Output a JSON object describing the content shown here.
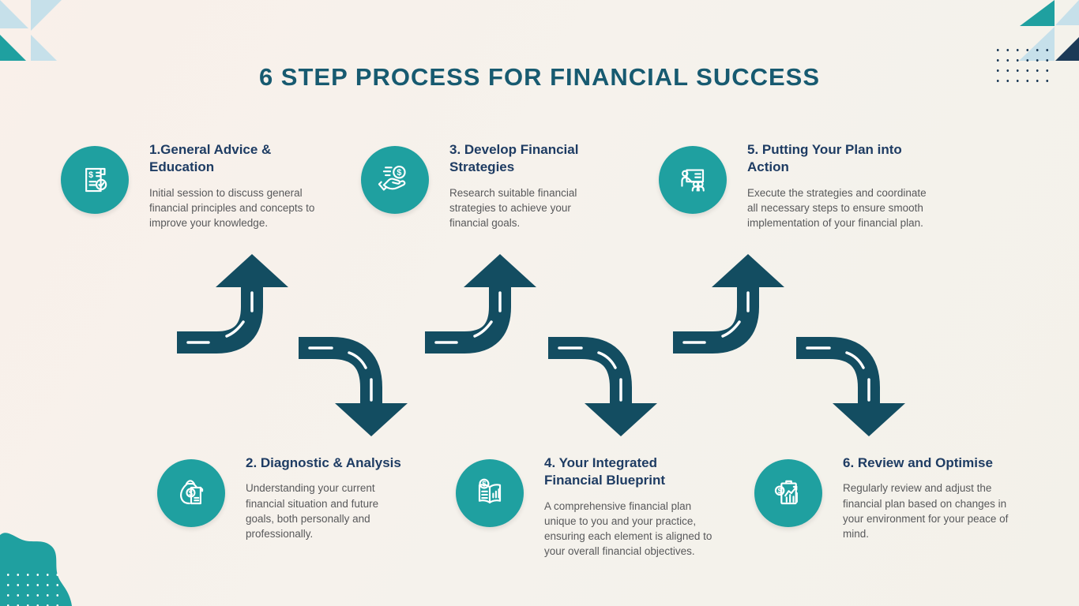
{
  "title": "6 STEP PROCESS FOR FINANCIAL SUCCESS",
  "colors": {
    "background": "#f5f1ec",
    "title": "#175a70",
    "step_heading": "#1e3c63",
    "step_body": "#58595b",
    "icon_circle_teal": "#1fa0a0",
    "road_arrow": "#134d61",
    "decor_light_blue": "#c6e0ea",
    "decor_navy": "#1c3a57"
  },
  "steps": [
    {
      "icon": "document-check-icon",
      "title": "1.General Advice & Education",
      "description": "Initial session to discuss general financial principles and concepts to improve your knowledge."
    },
    {
      "icon": "money-bag-receipt-icon",
      "title": "2. Diagnostic & Analysis",
      "description": "Understanding your current financial situation and future goals, both personally and professionally."
    },
    {
      "icon": "hand-coin-icon",
      "title": "3. Develop Financial Strategies",
      "description": "Research suitable financial strategies to achieve your financial goals."
    },
    {
      "icon": "book-chart-icon",
      "title": "4. Your Integrated Financial Blueprint",
      "description": "A comprehensive financial plan unique to you and your practice, ensuring each element is aligned to your overall financial objectives."
    },
    {
      "icon": "presentation-icon",
      "title": "5. Putting Your Plan into Action",
      "description": "Execute the strategies and coordinate all necessary steps to ensure smooth implementation of your financial plan."
    },
    {
      "icon": "clipboard-growth-icon",
      "title": "6. Review and Optimise",
      "description": "Regularly review and adjust the financial plan based on changes in your environment for your peace of mind."
    }
  ]
}
